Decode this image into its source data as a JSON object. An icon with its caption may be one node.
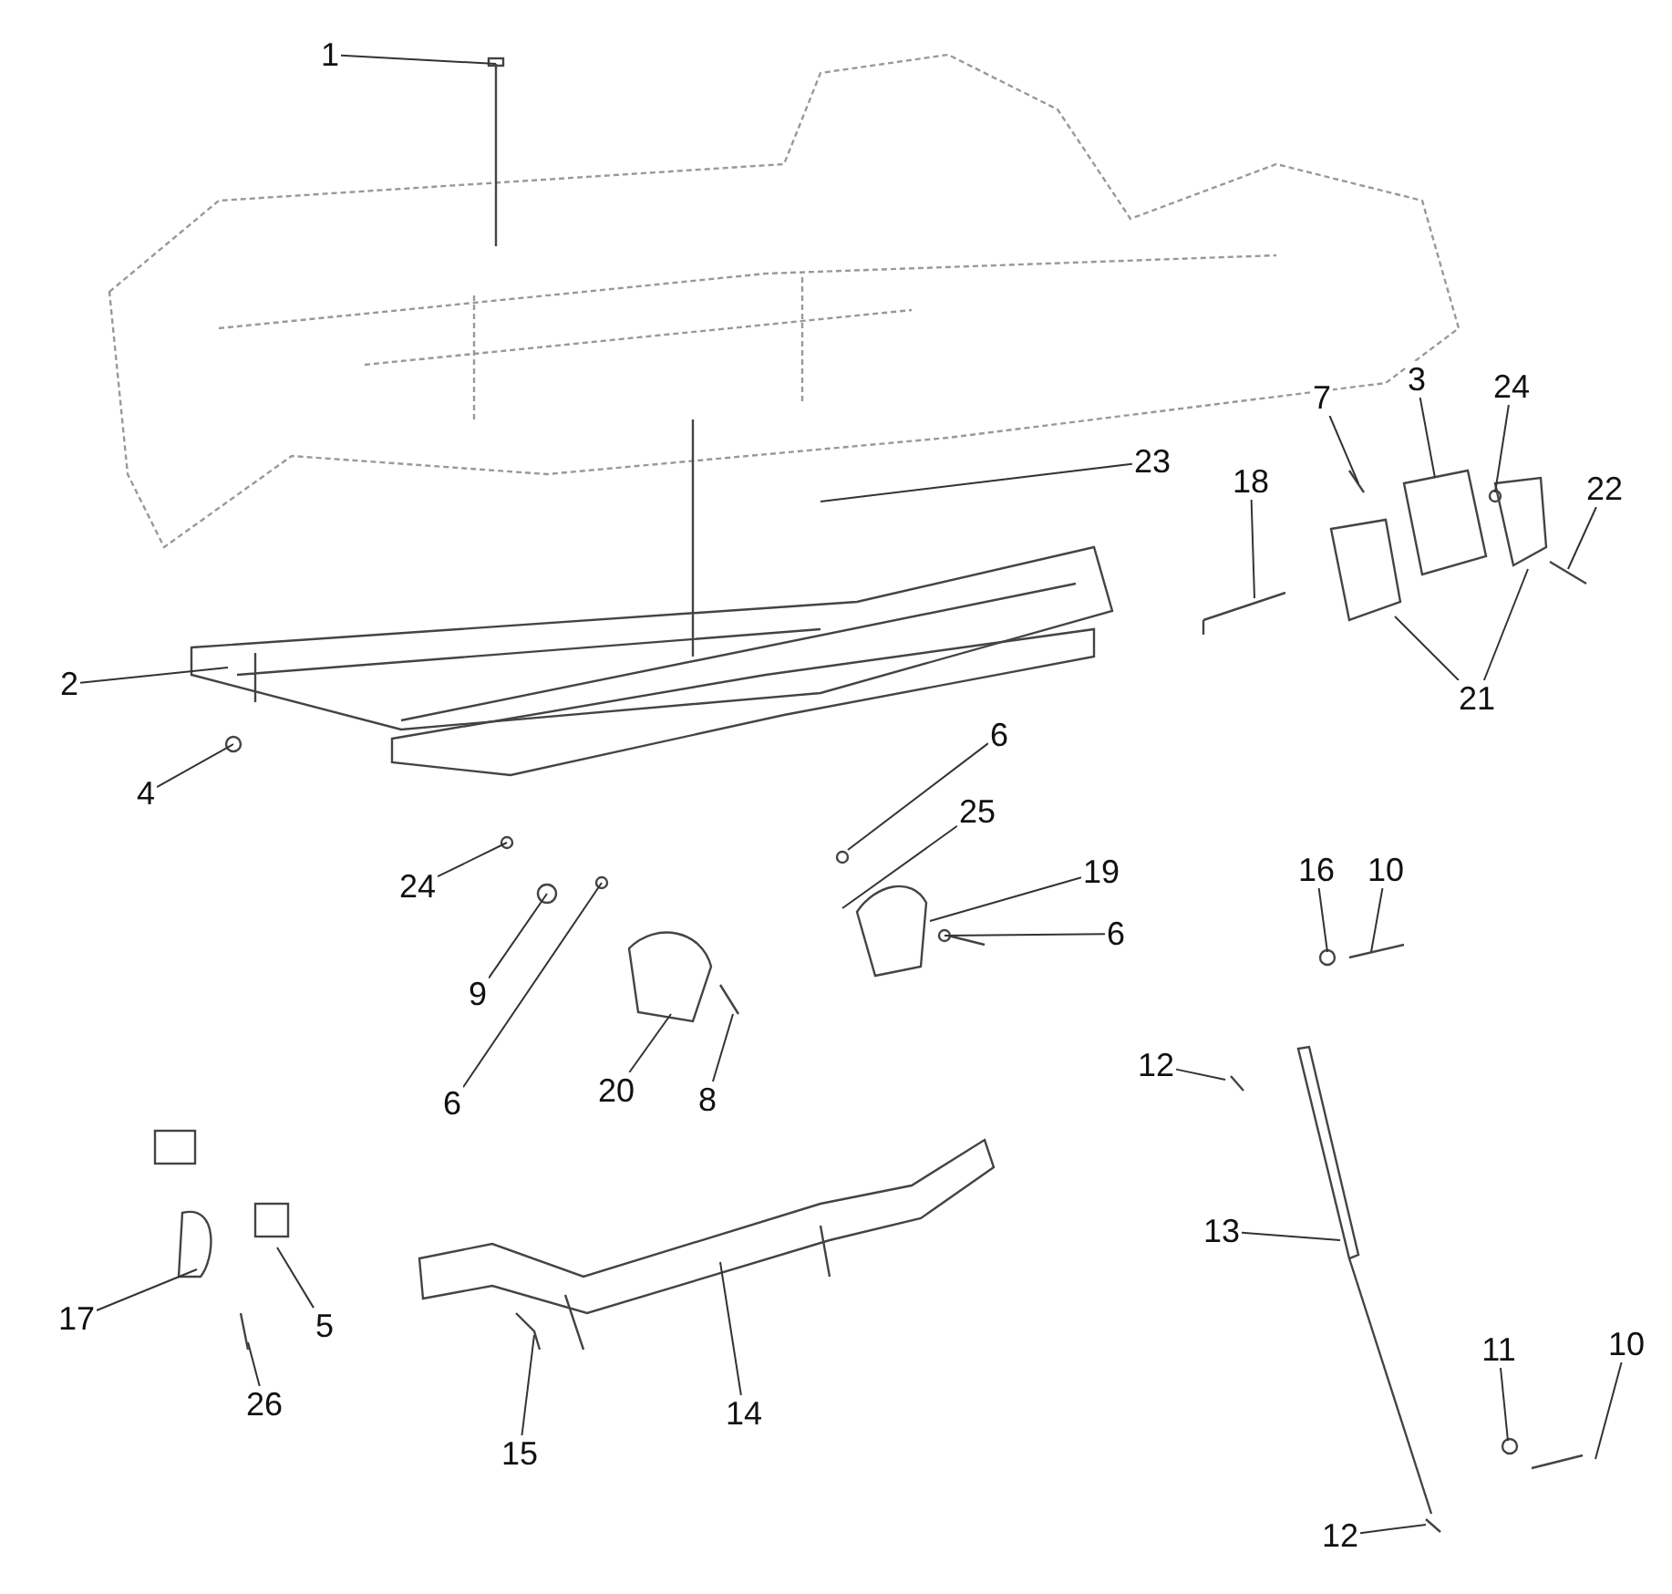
{
  "diagram": {
    "nodes": [
      {
        "text": [
          "1"
        ]
      },
      {
        "text": [
          "2"
        ]
      },
      {
        "text": [
          "4"
        ]
      },
      {
        "text": [
          "24"
        ]
      },
      {
        "text": [
          "9"
        ]
      },
      {
        "text": [
          "23"
        ]
      },
      {
        "text": [
          "7"
        ]
      },
      {
        "text": [
          "3"
        ]
      },
      {
        "text": [
          "24"
        ]
      },
      {
        "text": [
          "22"
        ]
      },
      {
        "text": [
          "18"
        ]
      },
      {
        "text": [
          "21"
        ]
      },
      {
        "text": [
          "6"
        ]
      },
      {
        "text": [
          "25"
        ]
      },
      {
        "text": [
          "19"
        ]
      },
      {
        "text": [
          "6"
        ]
      },
      {
        "text": [
          "6"
        ]
      },
      {
        "text": [
          "20"
        ]
      },
      {
        "text": [
          "8"
        ]
      },
      {
        "text": [
          "16"
        ]
      },
      {
        "text": [
          "10"
        ]
      },
      {
        "text": [
          "12"
        ]
      },
      {
        "text": [
          "13"
        ]
      },
      {
        "text": [
          "17"
        ]
      },
      {
        "text": [
          "5"
        ]
      },
      {
        "text": [
          "26"
        ]
      },
      {
        "text": [
          "15"
        ]
      },
      {
        "text": [
          "14"
        ]
      },
      {
        "text": [
          "11"
        ]
      },
      {
        "text": [
          "10"
        ]
      },
      {
        "text": [
          "12"
        ]
      }
    ],
    "edges": [
      {
        "from": 0,
        "to": null,
        "arrow": "none"
      },
      {
        "from": 1,
        "to": null,
        "arrow": "none"
      },
      {
        "from": 2,
        "to": null,
        "arrow": "none"
      },
      {
        "from": 3,
        "to": null,
        "arrow": "none"
      },
      {
        "from": 4,
        "to": null,
        "arrow": "none"
      },
      {
        "from": 5,
        "to": null,
        "arrow": "none"
      },
      {
        "from": 6,
        "to": null,
        "arrow": "none"
      },
      {
        "from": 7,
        "to": null,
        "arrow": "none"
      },
      {
        "from": 8,
        "to": null,
        "arrow": "none"
      },
      {
        "from": 9,
        "to": null,
        "arrow": "none"
      },
      {
        "from": 10,
        "to": null,
        "arrow": "none"
      },
      {
        "from": 11,
        "to": null,
        "arrow": "none"
      },
      {
        "from": 11,
        "to": null,
        "arrow": "none"
      },
      {
        "from": 12,
        "to": null,
        "arrow": "none"
      },
      {
        "from": 13,
        "to": null,
        "arrow": "none"
      },
      {
        "from": 14,
        "to": null,
        "arrow": "none"
      },
      {
        "from": 15,
        "to": null,
        "arrow": "none"
      },
      {
        "from": 16,
        "to": null,
        "arrow": "none"
      },
      {
        "from": 17,
        "to": null,
        "arrow": "none"
      },
      {
        "from": 18,
        "to": null,
        "arrow": "none"
      },
      {
        "from": 19,
        "to": null,
        "arrow": "none"
      },
      {
        "from": 20,
        "to": null,
        "arrow": "none"
      },
      {
        "from": 21,
        "to": null,
        "arrow": "none"
      },
      {
        "from": 22,
        "to": null,
        "arrow": "none"
      },
      {
        "from": 23,
        "to": null,
        "arrow": "none"
      },
      {
        "from": 24,
        "to": null,
        "arrow": "none"
      },
      {
        "from": 25,
        "to": null,
        "arrow": "none"
      },
      {
        "from": 26,
        "to": null,
        "arrow": "none"
      },
      {
        "from": 27,
        "to": null,
        "arrow": "none"
      },
      {
        "from": 28,
        "to": null,
        "arrow": "none"
      },
      {
        "from": 29,
        "to": null,
        "arrow": "none"
      },
      {
        "from": 30,
        "to": null,
        "arrow": "none"
      }
    ]
  }
}
